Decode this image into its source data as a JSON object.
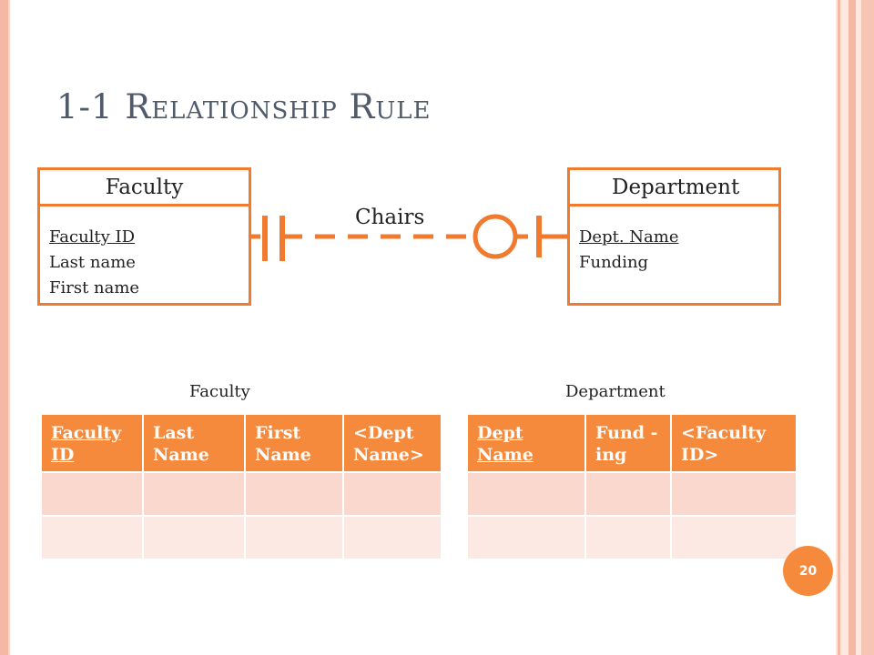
{
  "slide": {
    "title": "1-1 Relationship Rule",
    "page_number": "20"
  },
  "diagram": {
    "relationship_label": "Chairs",
    "faculty_entity": {
      "name": "Faculty",
      "attributes": [
        "Faculty ID",
        "Last name",
        "First name"
      ]
    },
    "department_entity": {
      "name": "Department",
      "attributes": [
        "Dept. Name",
        "Funding"
      ]
    },
    "connector_color": "#f07a2d"
  },
  "tables": {
    "faculty": {
      "caption": "Faculty",
      "headers": [
        "Faculty ID",
        "Last Name",
        "First Name",
        "<Dept Name>"
      ]
    },
    "department": {
      "caption": "Department",
      "headers": [
        "Dept Name",
        "Fund -ing",
        "<Faculty ID>"
      ]
    }
  },
  "colors": {
    "accent": "#f58a3d",
    "row_light": "#fbd8cd",
    "row_lighter": "#fde9e3",
    "title": "#4f5b6b"
  }
}
